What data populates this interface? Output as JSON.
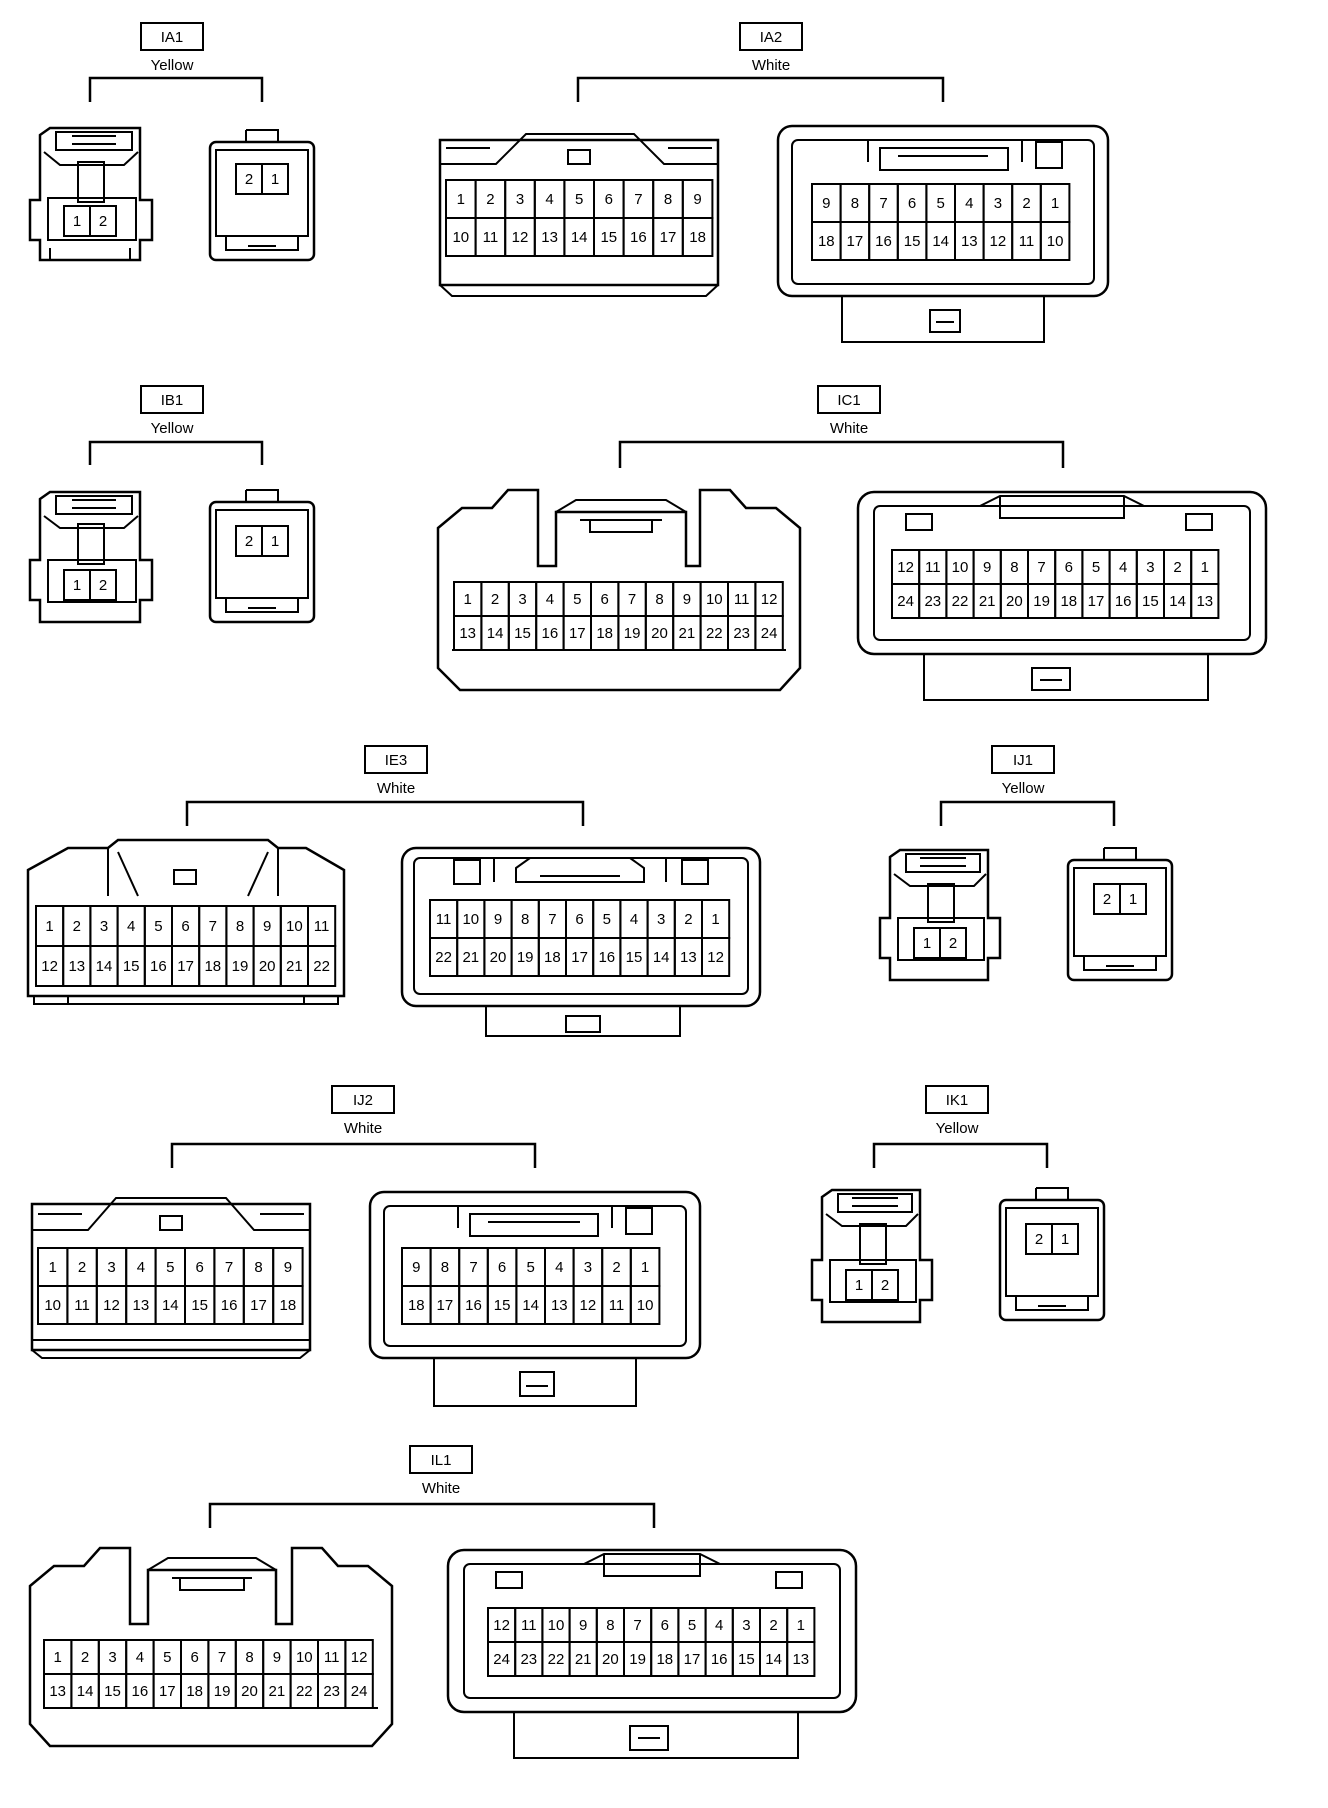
{
  "connectors": [
    {
      "id": "ia1",
      "code": "IA1",
      "color_label": "Yellow",
      "left": {
        "rows": [
          [
            "1",
            "2"
          ]
        ]
      },
      "right": {
        "rows": [
          [
            "2",
            "1"
          ]
        ]
      }
    },
    {
      "id": "ia2",
      "code": "IA2",
      "color_label": "White",
      "left": {
        "rows": [
          [
            "1",
            "2",
            "3",
            "4",
            "5",
            "6",
            "7",
            "8",
            "9"
          ],
          [
            "10",
            "11",
            "12",
            "13",
            "14",
            "15",
            "16",
            "17",
            "18"
          ]
        ]
      },
      "right": {
        "rows": [
          [
            "9",
            "8",
            "7",
            "6",
            "5",
            "4",
            "3",
            "2",
            "1"
          ],
          [
            "18",
            "17",
            "16",
            "15",
            "14",
            "13",
            "12",
            "11",
            "10"
          ]
        ]
      }
    },
    {
      "id": "ib1",
      "code": "IB1",
      "color_label": "Yellow",
      "left": {
        "rows": [
          [
            "1",
            "2"
          ]
        ]
      },
      "right": {
        "rows": [
          [
            "2",
            "1"
          ]
        ]
      }
    },
    {
      "id": "ic1",
      "code": "IC1",
      "color_label": "White",
      "left": {
        "rows": [
          [
            "1",
            "2",
            "3",
            "4",
            "5",
            "6",
            "7",
            "8",
            "9",
            "10",
            "11",
            "12"
          ],
          [
            "13",
            "14",
            "15",
            "16",
            "17",
            "18",
            "19",
            "20",
            "21",
            "22",
            "23",
            "24"
          ]
        ]
      },
      "right": {
        "rows": [
          [
            "12",
            "11",
            "10",
            "9",
            "8",
            "7",
            "6",
            "5",
            "4",
            "3",
            "2",
            "1"
          ],
          [
            "24",
            "23",
            "22",
            "21",
            "20",
            "19",
            "18",
            "17",
            "16",
            "15",
            "14",
            "13"
          ]
        ]
      }
    },
    {
      "id": "ie3",
      "code": "IE3",
      "color_label": "White",
      "left": {
        "rows": [
          [
            "1",
            "2",
            "3",
            "4",
            "5",
            "6",
            "7",
            "8",
            "9",
            "10",
            "11"
          ],
          [
            "12",
            "13",
            "14",
            "15",
            "16",
            "17",
            "18",
            "19",
            "20",
            "21",
            "22"
          ]
        ]
      },
      "right": {
        "rows": [
          [
            "11",
            "10",
            "9",
            "8",
            "7",
            "6",
            "5",
            "4",
            "3",
            "2",
            "1"
          ],
          [
            "22",
            "21",
            "20",
            "19",
            "18",
            "17",
            "16",
            "15",
            "14",
            "13",
            "12"
          ]
        ]
      }
    },
    {
      "id": "ij1",
      "code": "IJ1",
      "color_label": "Yellow",
      "left": {
        "rows": [
          [
            "1",
            "2"
          ]
        ]
      },
      "right": {
        "rows": [
          [
            "2",
            "1"
          ]
        ]
      }
    },
    {
      "id": "ij2",
      "code": "IJ2",
      "color_label": "White",
      "left": {
        "rows": [
          [
            "1",
            "2",
            "3",
            "4",
            "5",
            "6",
            "7",
            "8",
            "9"
          ],
          [
            "10",
            "11",
            "12",
            "13",
            "14",
            "15",
            "16",
            "17",
            "18"
          ]
        ]
      },
      "right": {
        "rows": [
          [
            "9",
            "8",
            "7",
            "6",
            "5",
            "4",
            "3",
            "2",
            "1"
          ],
          [
            "18",
            "17",
            "16",
            "15",
            "14",
            "13",
            "12",
            "11",
            "10"
          ]
        ]
      }
    },
    {
      "id": "ik1",
      "code": "IK1",
      "color_label": "Yellow",
      "left": {
        "rows": [
          [
            "1",
            "2"
          ]
        ]
      },
      "right": {
        "rows": [
          [
            "2",
            "1"
          ]
        ]
      }
    },
    {
      "id": "il1",
      "code": "IL1",
      "color_label": "White",
      "left": {
        "rows": [
          [
            "1",
            "2",
            "3",
            "4",
            "5",
            "6",
            "7",
            "8",
            "9",
            "10",
            "11",
            "12"
          ],
          [
            "13",
            "14",
            "15",
            "16",
            "17",
            "18",
            "19",
            "20",
            "21",
            "22",
            "23",
            "24"
          ]
        ]
      },
      "right": {
        "rows": [
          [
            "12",
            "11",
            "10",
            "9",
            "8",
            "7",
            "6",
            "5",
            "4",
            "3",
            "2",
            "1"
          ],
          [
            "24",
            "23",
            "22",
            "21",
            "20",
            "19",
            "18",
            "17",
            "16",
            "15",
            "14",
            "13"
          ]
        ]
      }
    }
  ]
}
